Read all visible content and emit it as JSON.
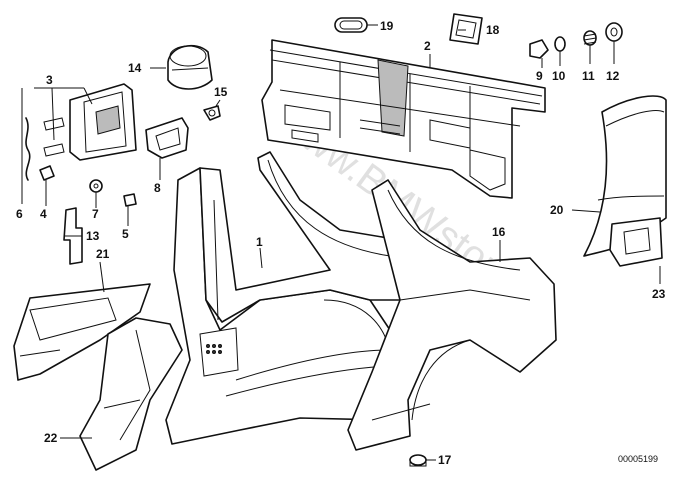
{
  "callouts": [
    {
      "id": "1",
      "label": "1"
    },
    {
      "id": "2",
      "label": "2"
    },
    {
      "id": "3",
      "label": "3"
    },
    {
      "id": "4",
      "label": "4"
    },
    {
      "id": "5",
      "label": "5"
    },
    {
      "id": "6",
      "label": "6"
    },
    {
      "id": "7",
      "label": "7"
    },
    {
      "id": "8",
      "label": "8"
    },
    {
      "id": "9",
      "label": "9"
    },
    {
      "id": "10",
      "label": "10"
    },
    {
      "id": "11",
      "label": "11"
    },
    {
      "id": "12",
      "label": "12"
    },
    {
      "id": "13",
      "label": "13"
    },
    {
      "id": "14",
      "label": "14"
    },
    {
      "id": "15",
      "label": "15"
    },
    {
      "id": "16",
      "label": "16"
    },
    {
      "id": "17",
      "label": "17"
    },
    {
      "id": "18",
      "label": "18"
    },
    {
      "id": "19",
      "label": "19"
    },
    {
      "id": "20",
      "label": "20"
    },
    {
      "id": "21",
      "label": "21"
    },
    {
      "id": "22",
      "label": "22"
    },
    {
      "id": "23",
      "label": "23"
    }
  ],
  "diagram_code": "00005199",
  "watermark": "www.BMWstore.pl"
}
